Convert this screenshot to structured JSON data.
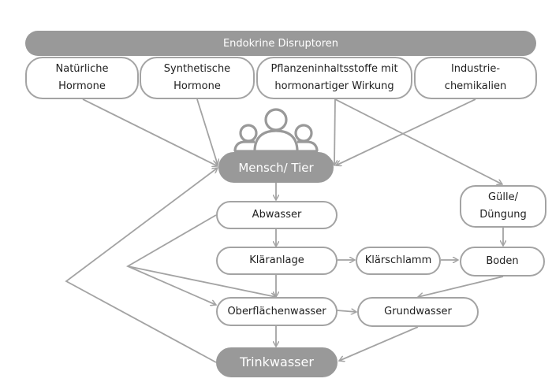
{
  "header": {
    "title": "Endokrine Disruptoren"
  },
  "sources": [
    {
      "label_line1": "Natürliche",
      "label_line2": "Hormone"
    },
    {
      "label_line1": "Synthetische",
      "label_line2": "Hormone"
    },
    {
      "label_line1": "Pflanzeninhaltsstoffe mit",
      "label_line2": "hormonartiger Wirkung"
    },
    {
      "label_line1": "Industrie-",
      "label_line2": "chemikalien"
    }
  ],
  "nodes": {
    "mensch_tier": "Mensch/ Tier",
    "abwasser": "Abwasser",
    "klaeranlage": "Kläranlage",
    "klaerschlamm": "Klärschlamm",
    "boden": "Boden",
    "guelle_line1": "Gülle/",
    "guelle_line2": "Düngung",
    "oberflaechenwasser": "Oberflächenwasser",
    "grundwasser": "Grundwasser",
    "trinkwasser": "Trinkwasser"
  },
  "icons": {
    "people": "people-group-icon"
  },
  "colors": {
    "line": "#a3a3a3",
    "fill": "#999999"
  }
}
